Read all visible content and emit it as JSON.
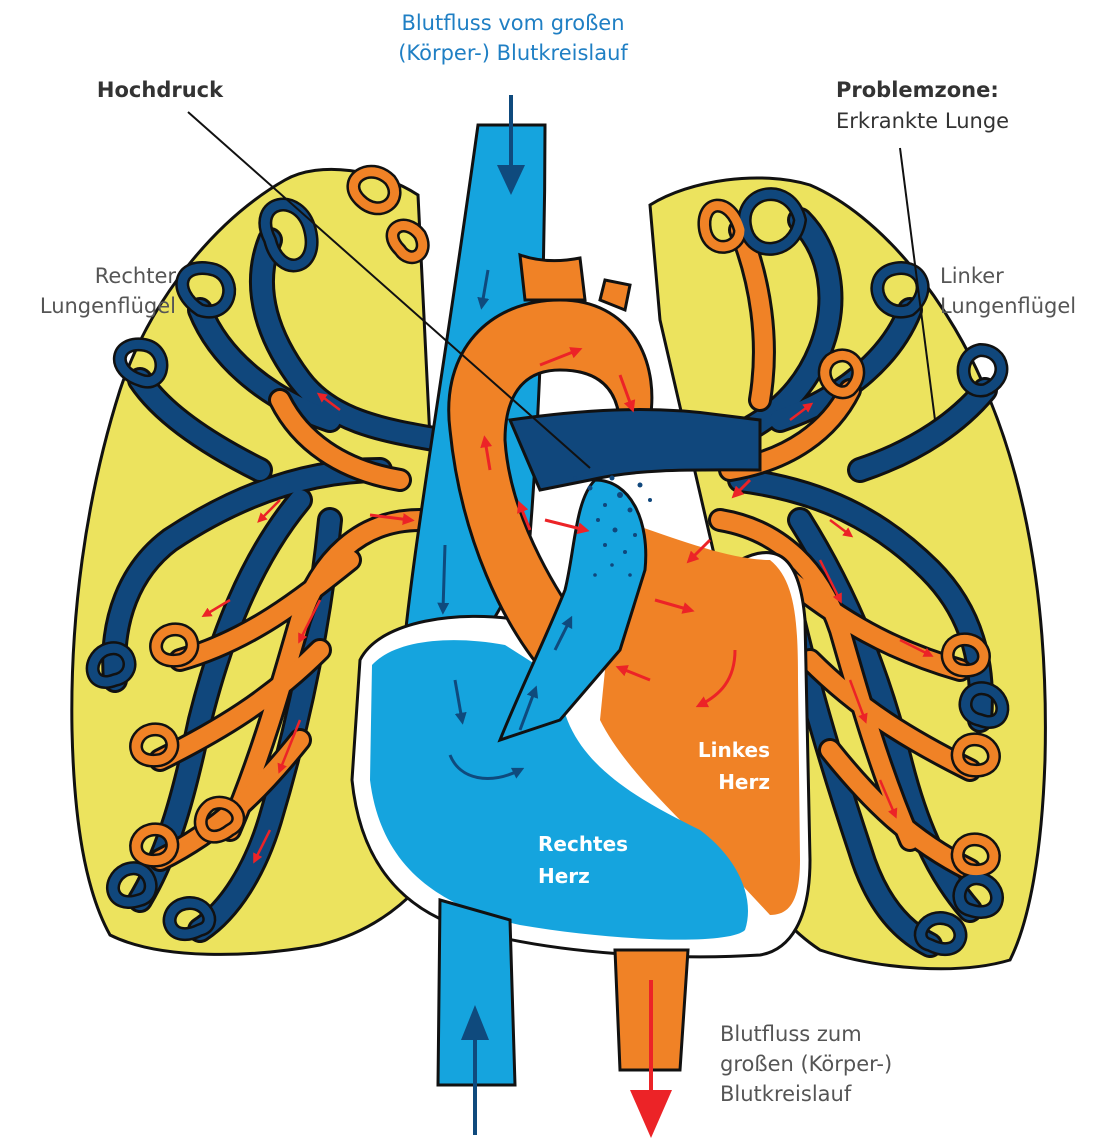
{
  "labels": {
    "top_flow_line1": "Blutfluss vom großen",
    "top_flow_line2": "(Körper-) Blutkreislauf",
    "hochdruck": "Hochdruck",
    "problemzone_title": "Problemzone:",
    "problemzone_sub": "Erkrankte Lunge",
    "right_lung_line1": "Rechter",
    "right_lung_line2": "Lungenflügel",
    "left_lung_line1": "Linker",
    "left_lung_line2": "Lungenflügel",
    "left_heart_line1": "Linkes",
    "left_heart_line2": "Herz",
    "right_heart_line1": "Rechtes",
    "right_heart_line2": "Herz",
    "bottom_flow_line1": "Blutfluss zum",
    "bottom_flow_line2": "großen (Körper-)",
    "bottom_flow_line3": "Blutkreislauf"
  },
  "colors": {
    "lung": "#ece35e",
    "venous": "#10477c",
    "arterial": "#f08226",
    "deoxygenated": "#15a4de",
    "arrow_red": "#ec2327",
    "arrow_dark": "#0f4a7d"
  }
}
